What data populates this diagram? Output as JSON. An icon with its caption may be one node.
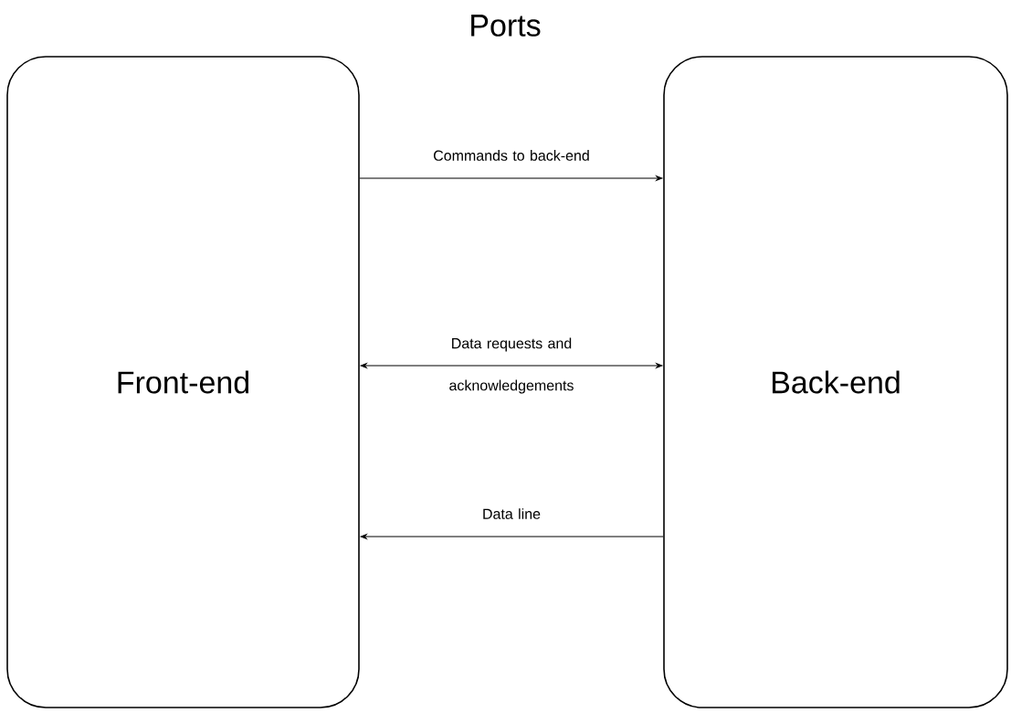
{
  "diagram": {
    "title": "Ports",
    "nodes": [
      {
        "text": [
          "Front-end"
        ]
      },
      {
        "text": [
          "Back-end"
        ]
      }
    ],
    "edges": [
      {
        "from": 0,
        "to": 1,
        "arrow": "to",
        "label": "Commands to back-end"
      },
      {
        "from": 0,
        "to": 1,
        "arrow": "both",
        "label": "Data requests and acknowledgements"
      },
      {
        "from": 1,
        "to": 0,
        "arrow": "to",
        "label": "Data line"
      }
    ]
  }
}
